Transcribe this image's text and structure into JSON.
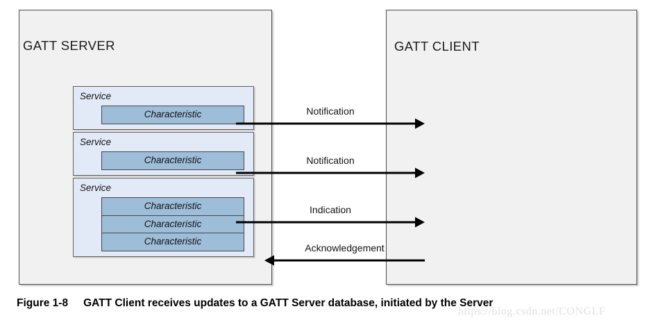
{
  "figure": {
    "caption_number": "Figure 1-8",
    "caption_text": "GATT Client receives updates to a GATT Server database, initiated by the Server",
    "watermark": "https://blog.csdn.net/CONGLF"
  },
  "server": {
    "title": "GATT SERVER",
    "services": [
      {
        "label": "Service",
        "characteristics": [
          {
            "label": "Characteristic"
          }
        ]
      },
      {
        "label": "Service",
        "characteristics": [
          {
            "label": "Characteristic"
          }
        ]
      },
      {
        "label": "Service",
        "characteristics": [
          {
            "label": "Characteristic"
          },
          {
            "label": "Characteristic"
          },
          {
            "label": "Characteristic"
          }
        ]
      }
    ]
  },
  "client": {
    "title": "GATT CLIENT"
  },
  "messages": [
    {
      "label": "Notification",
      "direction": "server-to-client"
    },
    {
      "label": "Notification",
      "direction": "server-to-client"
    },
    {
      "label": "Indication",
      "direction": "server-to-client"
    },
    {
      "label": "Acknowledgement",
      "direction": "client-to-server"
    }
  ],
  "colors": {
    "role_box_fill": "#f1f1f1",
    "role_box_border": "#4c4c4c",
    "service_fill": "#e3eaf7",
    "service_border": "#5d5d5d",
    "characteristic_fill": "#9dbdd9",
    "characteristic_border": "#45464a",
    "arrow": "#000000",
    "page_background": "#ffffff"
  }
}
